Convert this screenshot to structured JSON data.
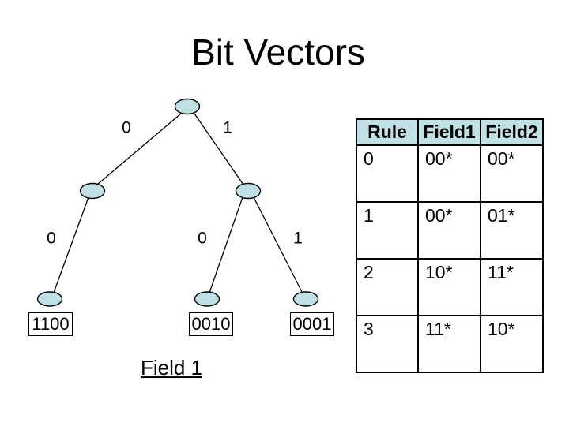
{
  "title": "Bit Vectors",
  "tree": {
    "edges": [
      {
        "label": "0"
      },
      {
        "label": "1"
      },
      {
        "label": "0"
      },
      {
        "label": "0"
      },
      {
        "label": "1"
      }
    ],
    "leaves": [
      {
        "bitvector": "1100"
      },
      {
        "bitvector": "0010"
      },
      {
        "bitvector": "0001"
      }
    ],
    "caption": "Field 1"
  },
  "table": {
    "headers": [
      "Rule",
      "Field1",
      "Field2"
    ],
    "rows": [
      [
        "0",
        "00*",
        "00*"
      ],
      [
        "1",
        "00*",
        "01*"
      ],
      [
        "2",
        "10*",
        "11*"
      ],
      [
        "3",
        "11*",
        "10*"
      ]
    ]
  },
  "colors": {
    "node_fill": "#bfe0e5",
    "node_stroke": "#000000",
    "table_header_fill": "#bfe0e5",
    "line": "#000000",
    "background": "#ffffff"
  }
}
